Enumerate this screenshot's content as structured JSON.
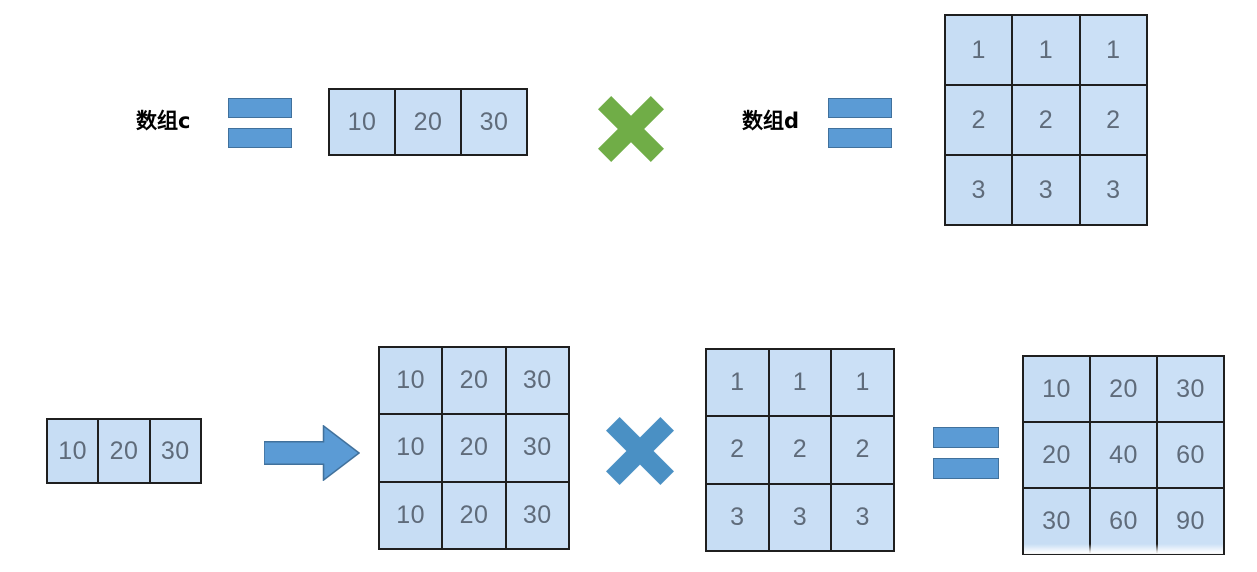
{
  "colors": {
    "cell_fill": "#c7ddf4",
    "cell_border": "#1f1f1f",
    "number_text": "#5f6b7a",
    "accent_blue": "#5b9bd5",
    "accent_blue_dark": "#41719c",
    "accent_green": "#70ad47",
    "label_text": "#000000",
    "background": "#ffffff"
  },
  "top_row": {
    "array_c_label": "数组c",
    "array_c_equals_icon": "equals-icon",
    "array_c": {
      "name": "数组c",
      "shape": "1x3",
      "rows": [
        [
          "10",
          "20",
          "30"
        ]
      ]
    },
    "multiply_icon": "multiply-x-icon",
    "array_d_label": "数组d",
    "array_d_equals_icon": "equals-icon",
    "array_d": {
      "name": "数组d",
      "shape": "3x3",
      "rows": [
        [
          "1",
          "1",
          "1"
        ],
        [
          "2",
          "2",
          "2"
        ],
        [
          "3",
          "3",
          "3"
        ]
      ]
    }
  },
  "bottom_row": {
    "source_array": {
      "shape": "1x3",
      "rows": [
        [
          "10",
          "20",
          "30"
        ]
      ]
    },
    "broadcast_arrow_icon": "right-arrow-icon",
    "broadcast_array": {
      "shape": "3x3",
      "rows": [
        [
          "10",
          "20",
          "30"
        ],
        [
          "10",
          "20",
          "30"
        ],
        [
          "10",
          "20",
          "30"
        ]
      ]
    },
    "multiply_icon": "multiply-x-icon",
    "operand_array": {
      "shape": "3x3",
      "rows": [
        [
          "1",
          "1",
          "1"
        ],
        [
          "2",
          "2",
          "2"
        ],
        [
          "3",
          "3",
          "3"
        ]
      ]
    },
    "equals_icon": "equals-icon",
    "result_array": {
      "shape": "3x3",
      "rows": [
        [
          "10",
          "20",
          "30"
        ],
        [
          "20",
          "40",
          "60"
        ],
        [
          "30",
          "60",
          "90"
        ]
      ]
    }
  }
}
